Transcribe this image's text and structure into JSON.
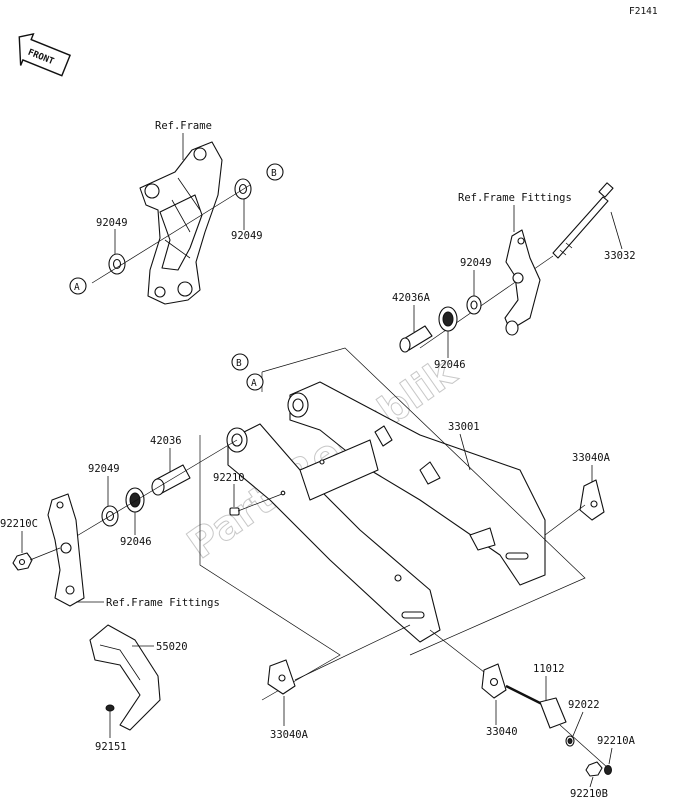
{
  "diagram_code": "F2141",
  "front_badge": "FRONT",
  "watermark": "PartsRepublik",
  "callouts": {
    "a": "A",
    "b": "B"
  },
  "labels": {
    "ref_frame": "Ref.Frame",
    "ref_frame_fittings_top": "Ref.Frame Fittings",
    "ref_frame_fittings_bottom": "Ref.Frame Fittings",
    "p92049_left": "92049",
    "p92049_right": "92049",
    "p92049_fittings": "92049",
    "p92049_lower": "92049",
    "p33032": "33032",
    "p42036A": "42036A",
    "p92046_upper": "92046",
    "p92046_lower": "92046",
    "p33001": "33001",
    "p33040A_right": "33040A",
    "p33040A_bottom": "33040A",
    "p42036": "42036",
    "p92210": "92210",
    "p92210C": "92210C",
    "p55020": "55020",
    "p92151": "92151",
    "p33040": "33040",
    "p11012": "11012",
    "p92022": "92022",
    "p92210A": "92210A",
    "p92210B": "92210B"
  }
}
